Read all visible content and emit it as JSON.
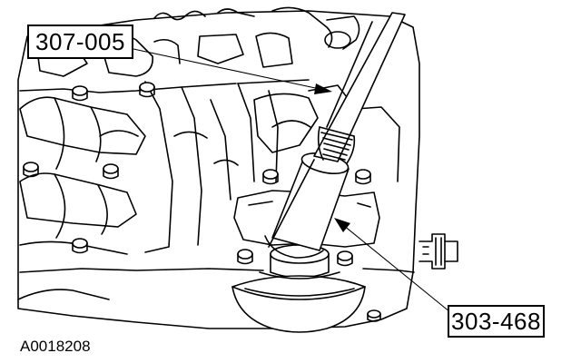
{
  "callouts": {
    "top_tool": "307-005",
    "bottom_tool": "303-468"
  },
  "figure_id": "A0018208",
  "colors": {
    "line": "#000000",
    "background": "#ffffff"
  }
}
